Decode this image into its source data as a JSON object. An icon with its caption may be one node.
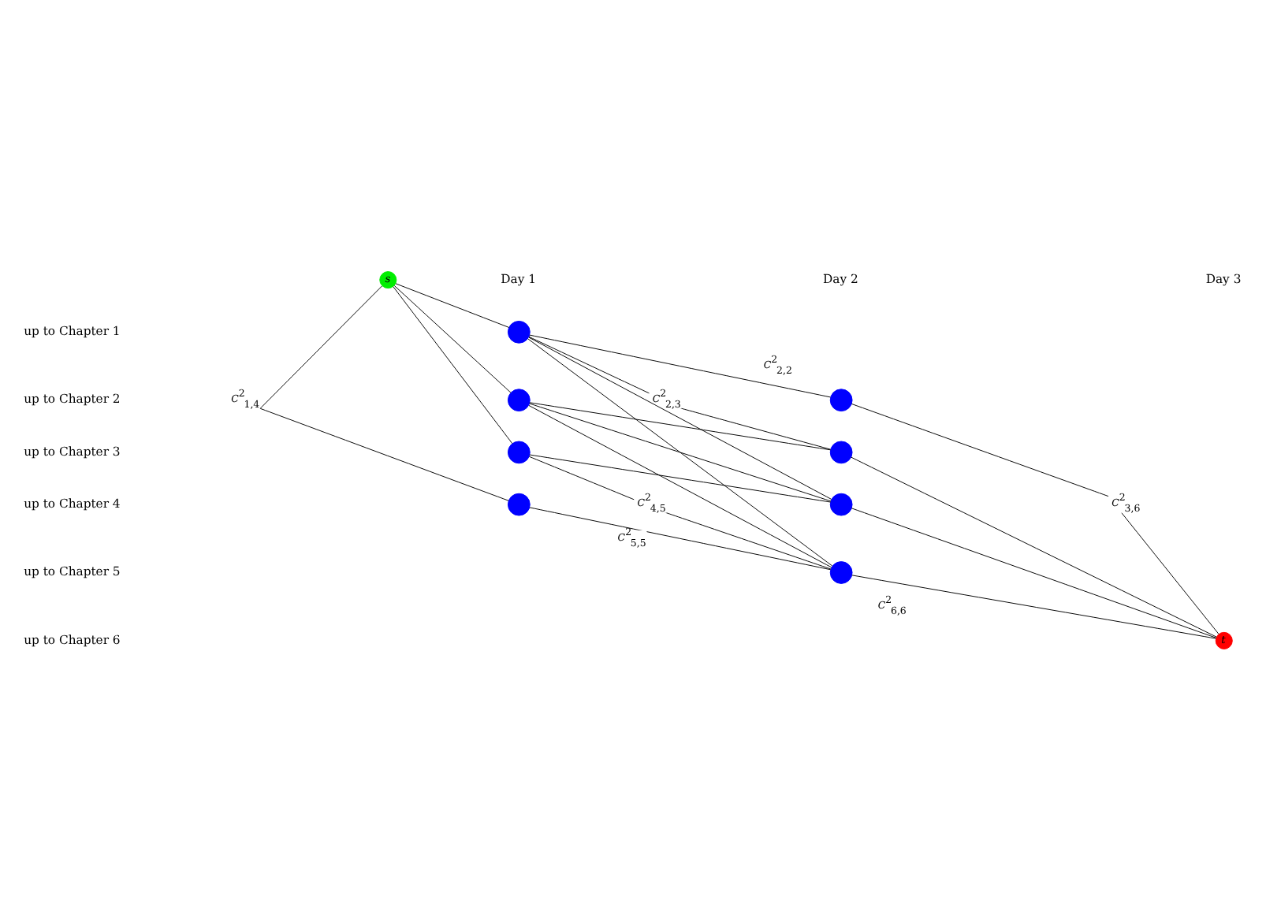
{
  "diagram": {
    "nodes": [
      {
        "text": [
          "s"
        ]
      },
      {
        "text": [],
        "shape": "circle"
      },
      {
        "text": [],
        "shape": "circle"
      },
      {
        "text": [],
        "shape": "circle"
      },
      {
        "text": [],
        "shape": "circle"
      },
      {
        "text": [],
        "shape": "circle"
      },
      {
        "text": [],
        "shape": "circle"
      },
      {
        "text": [],
        "shape": "circle"
      },
      {
        "text": [],
        "shape": "circle"
      },
      {
        "text": [
          "t"
        ]
      }
    ],
    "edges": [
      {
        "from": 0,
        "to": 1,
        "arrow": "none"
      },
      {
        "from": 0,
        "to": 2,
        "arrow": "none"
      },
      {
        "from": 0,
        "to": 3,
        "arrow": "none"
      },
      {
        "from": 0,
        "to": 4,
        "arrow": "none",
        "label": "*C*$^{2}$$_{1,4}$"
      },
      {
        "from": 1,
        "to": 5,
        "arrow": "none",
        "label": "*C*$^{2}$$_{2,2}$"
      },
      {
        "from": 1,
        "to": 6,
        "arrow": "none",
        "label": "*C*$^{2}$$_{2,3}$"
      },
      {
        "from": 1,
        "to": 7,
        "arrow": "none"
      },
      {
        "from": 1,
        "to": 8,
        "arrow": "none"
      },
      {
        "from": 2,
        "to": 6,
        "arrow": "none"
      },
      {
        "from": 2,
        "to": 7,
        "arrow": "none"
      },
      {
        "from": 2,
        "to": 8,
        "arrow": "none"
      },
      {
        "from": 3,
        "to": 7,
        "arrow": "none"
      },
      {
        "from": 3,
        "to": 8,
        "arrow": "none",
        "label": "*C*$^{2}$$_{4,5}$"
      },
      {
        "from": 4,
        "to": 8,
        "arrow": "none",
        "label": "*C*$^{2}$$_{5,5}$"
      },
      {
        "from": 5,
        "to": 9,
        "arrow": "none",
        "label": "*C*$^{2}$$_{3,6}$"
      },
      {
        "from": 6,
        "to": 9,
        "arrow": "none"
      },
      {
        "from": 7,
        "to": 9,
        "arrow": "none"
      },
      {
        "from": 8,
        "to": 9,
        "arrow": "none",
        "label": "*C*$^{2}$$_{6,6}$"
      }
    ],
    "labels": [
      "Day 1",
      "Day 2",
      "Day 3",
      "up to Chapter 1",
      "up to Chapter 2",
      "up to Chapter 3",
      "up to Chapter 4",
      "up to Chapter 5",
      "up to Chapter 6"
    ]
  }
}
